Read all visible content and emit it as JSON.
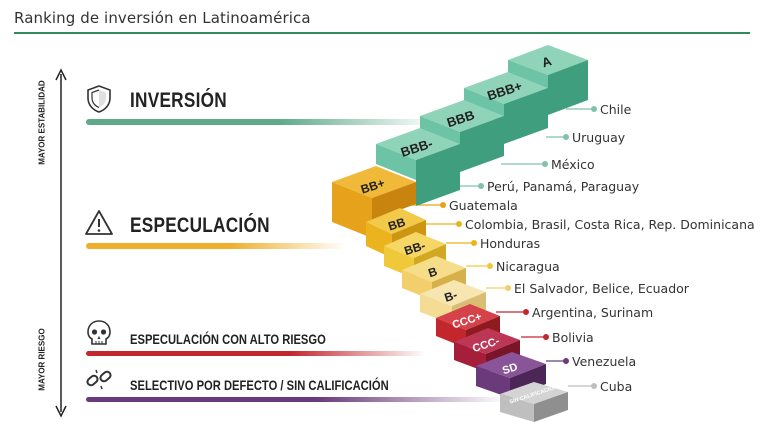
{
  "title": "Ranking de inversión en Latinoamérica",
  "axis": {
    "top_label": "MAYOR ESTABILIDAD",
    "bottom_label": "MAYOR RIESGO"
  },
  "categories": [
    {
      "label": "INVERSIÓN",
      "icon": "shield-icon",
      "color": "#5fa98a"
    },
    {
      "label": "ESPECULACIÓN",
      "icon": "warning-icon",
      "color": "#f0ae2a"
    },
    {
      "label": "ESPECULACIÓN CON ALTO RIESGO",
      "icon": "skull-icon",
      "color": "#c2272d"
    },
    {
      "label": "SELECTIVO POR DEFECTO / SIN CALIFICACIÓN",
      "icon": "broken-chain-icon",
      "color": "#6b3a7a"
    }
  ],
  "ratings": [
    {
      "grade": "A",
      "countries": "",
      "color": "#6cc3a6"
    },
    {
      "grade": "BBB+",
      "countries": "Chile",
      "color": "#6cc3a6"
    },
    {
      "grade": "BBB",
      "countries": "Uruguay",
      "color": "#6cc3a6"
    },
    {
      "grade": "BBB-",
      "countries": "México",
      "color": "#6cc3a6"
    },
    {
      "grade": "",
      "countries": "Perú, Panamá, Paraguay",
      "color": "#6cc3a6"
    },
    {
      "grade": "BB+",
      "countries": "Guatemala",
      "color": "#e6a21a"
    },
    {
      "grade": "BB",
      "countries": "Colombia, Brasil, Costa Rica, Rep. Dominicana",
      "color": "#ebb41f"
    },
    {
      "grade": "BB-",
      "countries": "Honduras",
      "color": "#f0c93a"
    },
    {
      "grade": "B",
      "countries": "Nicaragua",
      "color": "#f2cf6a"
    },
    {
      "grade": "B-",
      "countries": "El Salvador, Belice, Ecuador",
      "color": "#f5dc95"
    },
    {
      "grade": "CCC+",
      "countries": "Argentina, Surinam",
      "color": "#c2272d"
    },
    {
      "grade": "CCC-",
      "countries": "Bolivia",
      "color": "#a61f3a"
    },
    {
      "grade": "SD",
      "countries": "Venezuela",
      "color": "#6b3a7a"
    },
    {
      "grade": "SIN CALIFICACIÓN",
      "countries": "Cuba",
      "color": "#bfbfbf"
    }
  ]
}
